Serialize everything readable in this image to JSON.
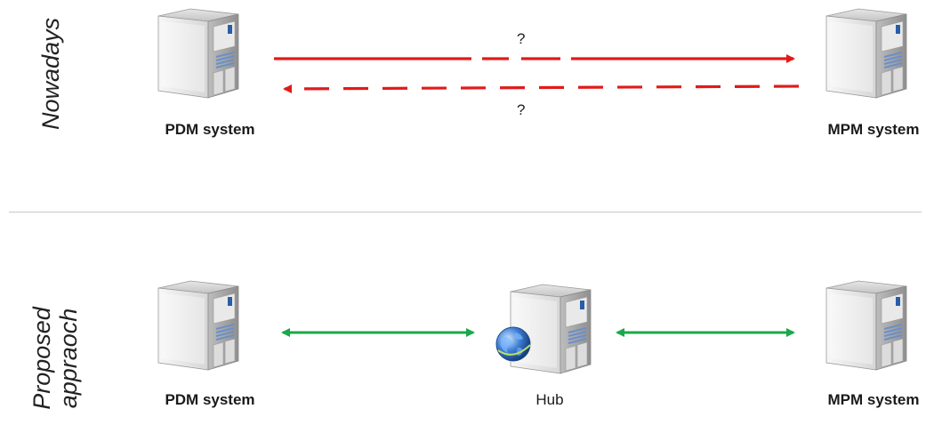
{
  "sections": {
    "nowadays": {
      "label": "Nowadays",
      "left_system": "PDM system",
      "right_system": "MPM system",
      "question_top": "?",
      "question_bottom": "?"
    },
    "proposed": {
      "label_line1": "Proposed",
      "label_line2": "appraoch",
      "left_system": "PDM system",
      "hub": "Hub",
      "right_system": "MPM system"
    }
  },
  "colors": {
    "red_arrow": "#e21a1a",
    "green_arrow": "#1aa84a",
    "divider": "#c9c9c9"
  },
  "icons": {
    "server": "server-tower-icon",
    "globe": "globe-icon"
  }
}
